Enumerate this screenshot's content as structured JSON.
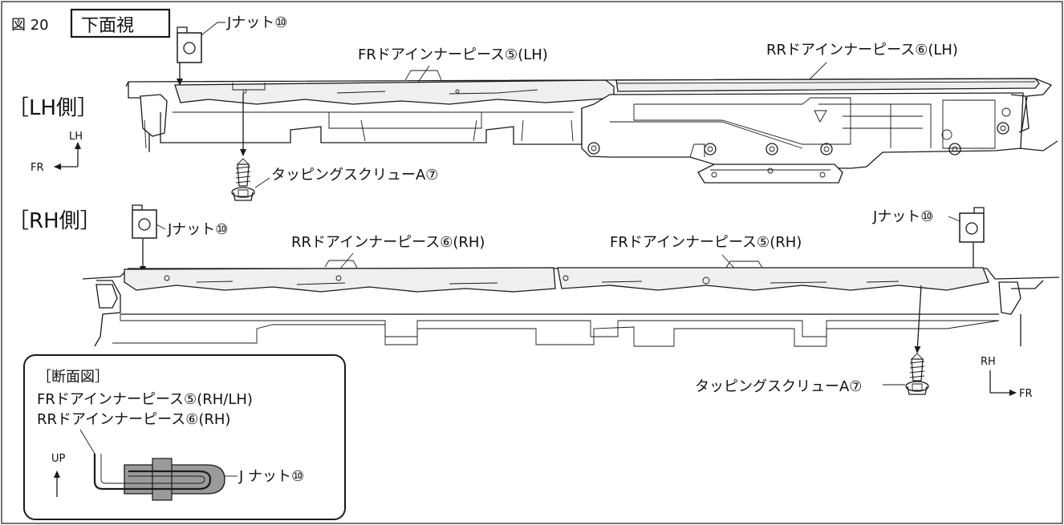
{
  "figure": {
    "number": "図 20",
    "view_title": "下面視"
  },
  "lh_side": {
    "heading": "［LH側］",
    "j_nut": "Jナット⑩",
    "fr_piece": "FRドアインナーピース⑤(LH)",
    "rr_piece": "RRドアインナーピース⑥(LH)",
    "screw": "タッピングスクリューA⑦",
    "axis_up": "LH",
    "axis_side": "FR"
  },
  "rh_side": {
    "heading": "［RH側］",
    "j_nut_left": "Jナット⑩",
    "j_nut_right": "Jナット⑩",
    "rr_piece": "RRドアインナーピース⑥(RH)",
    "fr_piece": "FRドアインナーピース⑤(RH)",
    "screw": "タッピングスクリューA⑦",
    "axis_up": "RH",
    "axis_side": "FR"
  },
  "section": {
    "title": "［断面図］",
    "line1": "FRドアインナーピース⑤(RH/LH)",
    "line2": "RRドアインナーピース⑥(RH)",
    "up": "UP",
    "j_nut": "J ナット⑩"
  },
  "colors": {
    "line": "#1a1a1a",
    "nut_fill": "#9a9a9a",
    "trim_fill": "#efefef"
  },
  "icons": [
    "j-nut-icon",
    "tapping-screw-icon",
    "direction-arrow-icon"
  ]
}
